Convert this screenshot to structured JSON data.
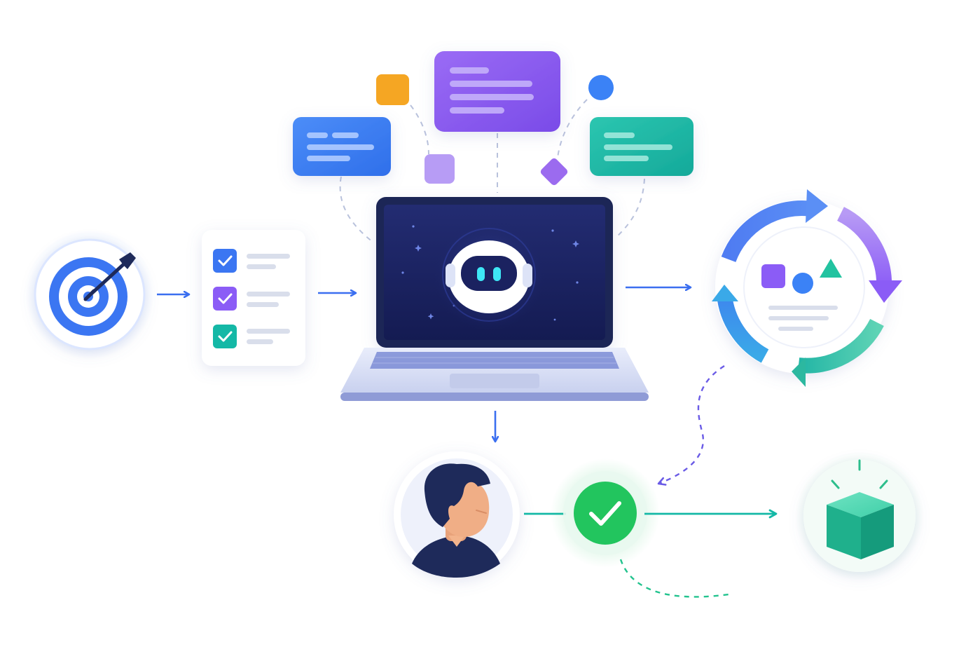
{
  "diagram": {
    "text": [],
    "colors": {
      "blue": "#3B82F6",
      "indigo": "#4F6EF0",
      "purple": "#8B5CF6",
      "teal": "#14B8A6",
      "green": "#22C55E",
      "orange": "#F5A623",
      "navy": "#1E2A5A",
      "screen": "#1C2566",
      "connector": "#9AA6C8"
    },
    "nodes": [
      {
        "id": "goal",
        "icon": "target-icon"
      },
      {
        "id": "task-list",
        "icon": "checklist-icon",
        "items": 3
      },
      {
        "id": "ai-agent",
        "icon": "robot-icon"
      },
      {
        "id": "iteration",
        "icon": "cycle-icon"
      },
      {
        "id": "human-review",
        "icon": "person-icon"
      },
      {
        "id": "approval",
        "icon": "check-icon"
      },
      {
        "id": "output",
        "icon": "cube-icon"
      }
    ],
    "context_cards": [
      {
        "id": "card-blue",
        "color": "#3B82F6"
      },
      {
        "id": "card-purple",
        "color": "#8B5CF6"
      },
      {
        "id": "card-teal",
        "color": "#14B8A6"
      }
    ]
  }
}
